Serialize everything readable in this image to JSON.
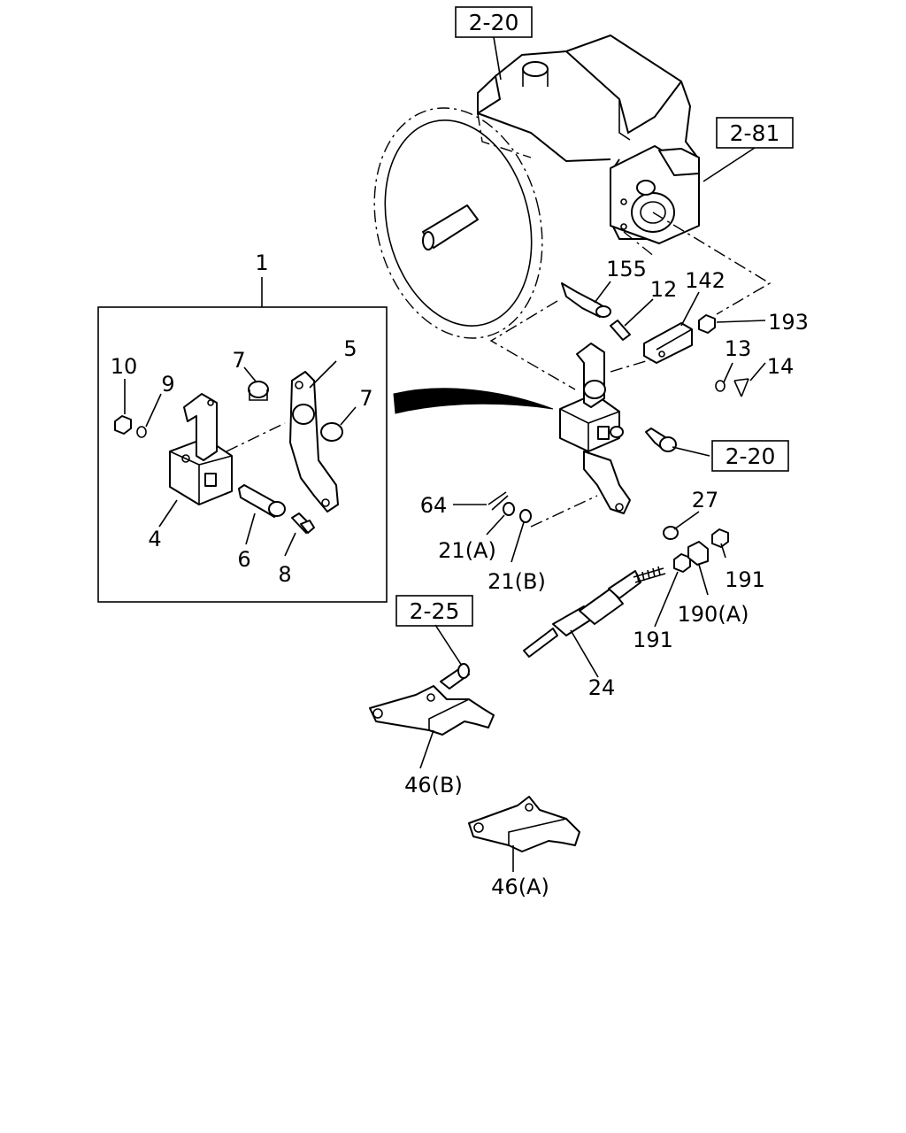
{
  "callouts": {
    "c1": "1",
    "c4": "4",
    "c5": "5",
    "c6": "6",
    "c7a": "7",
    "c7b": "7",
    "c8": "8",
    "c9": "9",
    "c10": "10",
    "c12": "12",
    "c13": "13",
    "c14": "14",
    "c21a": "21(A)",
    "c21b": "21(B)",
    "c24": "24",
    "c27": "27",
    "c46a": "46(A)",
    "c46b": "46(B)",
    "c64": "64",
    "c142": "142",
    "c155": "155",
    "c190a": "190(A)",
    "c191a": "191",
    "c191b": "191",
    "c193": "193"
  },
  "references": {
    "ref_top": "2-20",
    "ref_right": "2-81",
    "ref_mid": "2-20",
    "ref_bracket": "2-25"
  }
}
